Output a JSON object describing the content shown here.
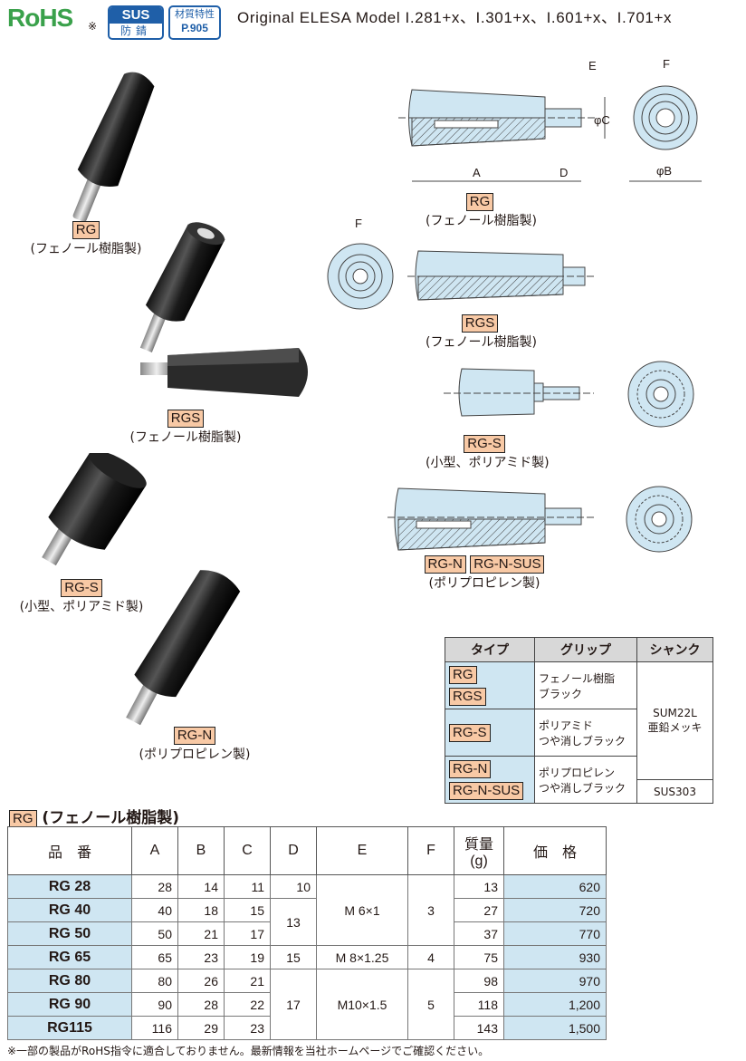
{
  "header": {
    "rohs": "RoHS",
    "rohs_mark": "※",
    "sus_top": "SUS",
    "sus_bottom": "防錆",
    "feature_top": "材質特性",
    "feature_bottom": "P.905",
    "title": "Original  ELESA  Model  I.281+x、I.301+x、I.601+x、I.701+x"
  },
  "photos": [
    {
      "tag": "RG",
      "caption": "(フェノール樹脂製)"
    },
    {
      "tag": "RGS",
      "caption": "(フェノール樹脂製)"
    },
    {
      "tag": "RG-S",
      "caption": "(小型、ポリアミド製)"
    },
    {
      "tag": "RG-N",
      "caption": "(ポリプロピレン製)"
    }
  ],
  "drawings": {
    "dims": {
      "A": "A",
      "B": "φB",
      "C": "φC",
      "D": "D",
      "E": "E",
      "F": "F"
    },
    "rg": {
      "tag": "RG",
      "caption": "(フェノール樹脂製)"
    },
    "rgs": {
      "tag": "RGS",
      "caption": "(フェノール樹脂製)"
    },
    "rgs_small": {
      "tag": "RG-S",
      "caption": "(小型、ポリアミド製)"
    },
    "rgn": {
      "tag1": "RG-N",
      "tag2": "RG-N-SUS",
      "caption": "(ポリプロピレン製)"
    }
  },
  "type_table": {
    "headers": [
      "タイプ",
      "グリップ",
      "シャンク"
    ],
    "rows": [
      {
        "types": [
          "RG",
          "RGS"
        ],
        "grip": [
          "フェノール樹脂",
          "ブラック"
        ]
      },
      {
        "types": [
          "RG-S"
        ],
        "grip": [
          "ポリアミド",
          "つや消しブラック"
        ]
      },
      {
        "types": [
          "RG-N",
          "RG-N-SUS"
        ],
        "grip": [
          "ポリプロピレン",
          "つや消しブラック"
        ]
      }
    ],
    "shank_main": [
      "SUM22L",
      "亜鉛メッキ"
    ],
    "shank_sus": "SUS303"
  },
  "spec": {
    "tag": "RG",
    "title": "(フェノール樹脂製)",
    "headers": {
      "name": "品　番",
      "A": "A",
      "B": "B",
      "C": "C",
      "D": "D",
      "E": "E",
      "F": "F",
      "mass1": "質量",
      "mass2": "(g)",
      "price": "価　格"
    },
    "rows": [
      {
        "name": "RG  28",
        "A": "28",
        "B": "14",
        "C": "11",
        "D": "10",
        "mass": "13",
        "price": "620"
      },
      {
        "name": "RG  40",
        "A": "40",
        "B": "18",
        "C": "15",
        "mass": "27",
        "price": "720"
      },
      {
        "name": "RG  50",
        "A": "50",
        "B": "21",
        "C": "17",
        "mass": "37",
        "price": "770"
      },
      {
        "name": "RG  65",
        "A": "65",
        "B": "23",
        "C": "19",
        "D": "15",
        "E": "M  8×1.25",
        "F": "4",
        "mass": "75",
        "price": "930"
      },
      {
        "name": "RG  80",
        "A": "80",
        "B": "26",
        "C": "21",
        "mass": "98",
        "price": "970"
      },
      {
        "name": "RG  90",
        "A": "90",
        "B": "28",
        "C": "22",
        "mass": "118",
        "price": "1,200"
      },
      {
        "name": "RG115",
        "A": "116",
        "B": "29",
        "C": "23",
        "mass": "143",
        "price": "1,500"
      }
    ],
    "merged": {
      "D_40_50": "13",
      "E_28_50": "M  6×1",
      "F_28_50": "3",
      "D_80_115": "17",
      "E_80_115": "M10×1.5",
      "F_80_115": "5"
    }
  },
  "footnote": "※一部の製品がRoHS指令に適合しておりません。最新情報を当社ホームページでご確認ください。",
  "colors": {
    "drawing_fill": "#cfe6f2",
    "tag_fill": "#f8c9a5",
    "rohs_green": "#3aa14b",
    "badge_blue": "#1f5fa8"
  }
}
